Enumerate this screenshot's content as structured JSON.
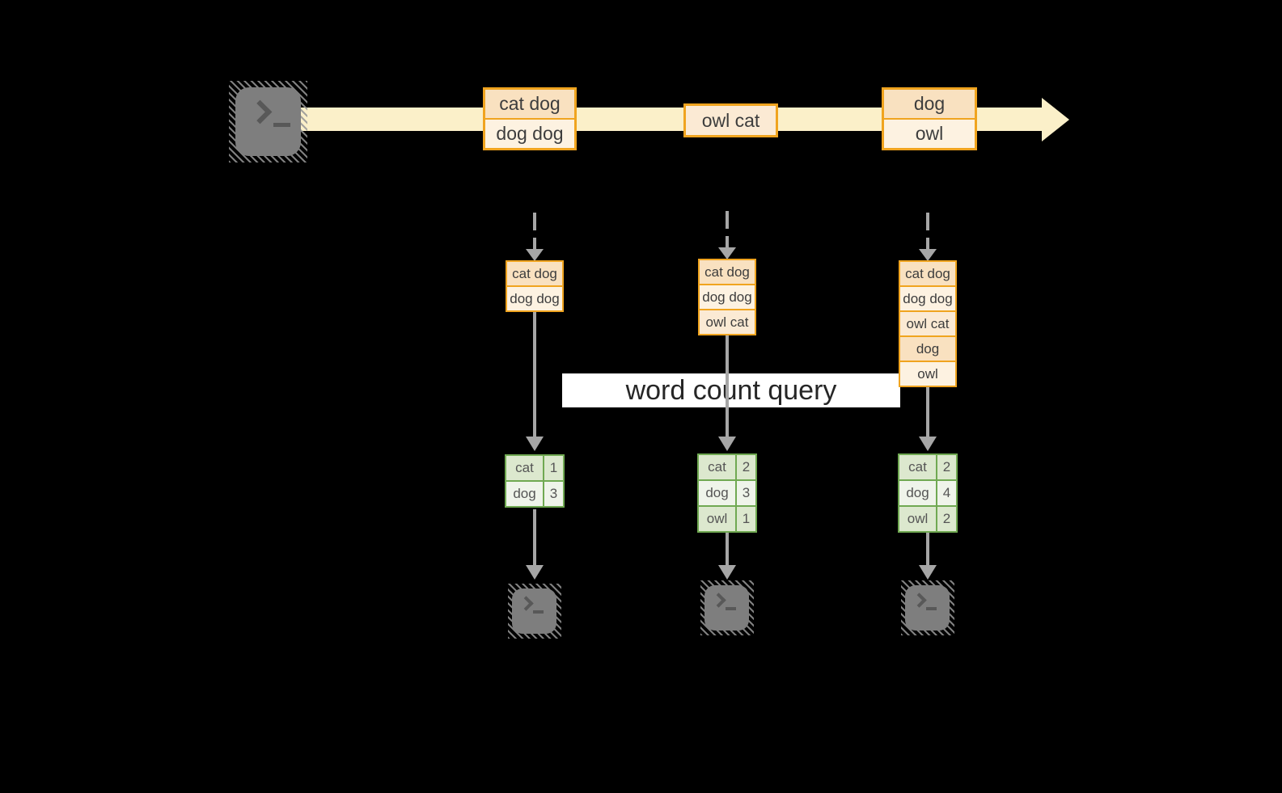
{
  "colors": {
    "canvas-bg": "#000000",
    "stream": "#FBF0C9",
    "event-border": "#F0A41F",
    "event-peach": "#F9E1C0",
    "event-cream": "#FDF2E1",
    "event-mid": "#FBEAD4",
    "table-border": "#70A952",
    "table-row-dark": "#DCE8CE",
    "table-row-light": "#EFF4EA",
    "icon-gray": "#7E7E7E",
    "icon-glyph": "#585858",
    "arrow-gray": "#A6A6A6",
    "text-dark": "#3D3D3D",
    "query-bg": "#FFFFFF",
    "query-text": "#262626"
  },
  "labels": {
    "query": "word count query"
  },
  "icons": {
    "source": "terminal-prompt-icon",
    "sink": "terminal-prompt-icon",
    "stream_arrow": "right-arrow",
    "flow_arrow": "down-arrow"
  },
  "stream": {
    "events": [
      {
        "lines": [
          "cat dog",
          "dog dog"
        ]
      },
      {
        "lines": [
          "owl cat"
        ]
      },
      {
        "lines": [
          "dog",
          "owl"
        ]
      }
    ]
  },
  "states": [
    {
      "rows": [
        "cat dog",
        "dog dog"
      ]
    },
    {
      "rows": [
        "cat dog",
        "dog dog",
        "owl cat"
      ]
    },
    {
      "rows": [
        "cat dog",
        "dog dog",
        "owl cat",
        "dog",
        "owl"
      ]
    }
  ],
  "counts": [
    {
      "rows": [
        [
          "cat",
          "1"
        ],
        [
          "dog",
          "3"
        ]
      ]
    },
    {
      "rows": [
        [
          "cat",
          "2"
        ],
        [
          "dog",
          "3"
        ],
        [
          "owl",
          "1"
        ]
      ]
    },
    {
      "rows": [
        [
          "cat",
          "2"
        ],
        [
          "dog",
          "4"
        ],
        [
          "owl",
          "2"
        ]
      ]
    }
  ]
}
